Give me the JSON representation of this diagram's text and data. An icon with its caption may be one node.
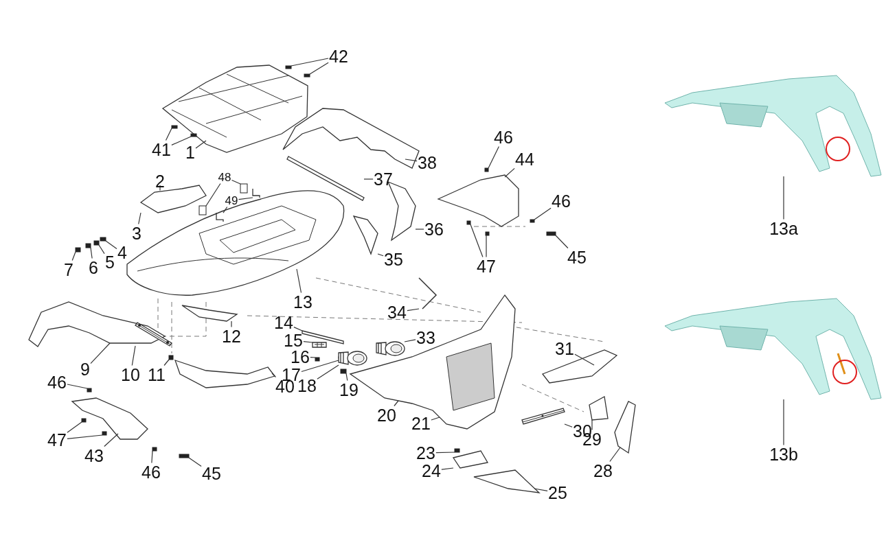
{
  "diagram": {
    "nodes": [
      {
        "text": [
          "42"
        ]
      },
      {
        "text": [
          "41"
        ]
      },
      {
        "text": [
          "1"
        ]
      },
      {
        "text": [
          "38"
        ]
      },
      {
        "text": [
          "46"
        ]
      },
      {
        "text": [
          "44"
        ]
      },
      {
        "text": [
          "48"
        ]
      },
      {
        "text": [
          "2"
        ]
      },
      {
        "text": [
          "37"
        ]
      },
      {
        "text": [
          "49"
        ]
      },
      {
        "text": [
          "46"
        ]
      },
      {
        "text": [
          "36"
        ]
      },
      {
        "text": [
          "3"
        ]
      },
      {
        "text": [
          "4"
        ]
      },
      {
        "text": [
          "5"
        ]
      },
      {
        "text": [
          "6"
        ]
      },
      {
        "text": [
          "7"
        ]
      },
      {
        "text": [
          "35"
        ]
      },
      {
        "text": [
          "47"
        ]
      },
      {
        "text": [
          "45"
        ]
      },
      {
        "text": [
          "13"
        ]
      },
      {
        "text": [
          "34"
        ]
      },
      {
        "text": [
          "14"
        ]
      },
      {
        "text": [
          "12"
        ]
      },
      {
        "text": [
          "15"
        ]
      },
      {
        "text": [
          "33"
        ]
      },
      {
        "text": [
          "31"
        ]
      },
      {
        "text": [
          "16"
        ]
      },
      {
        "text": [
          "17"
        ]
      },
      {
        "text": [
          "9"
        ]
      },
      {
        "text": [
          "10"
        ]
      },
      {
        "text": [
          "11"
        ]
      },
      {
        "text": [
          "40"
        ]
      },
      {
        "text": [
          "18"
        ]
      },
      {
        "text": [
          "19"
        ]
      },
      {
        "text": [
          "46"
        ]
      },
      {
        "text": [
          "20"
        ]
      },
      {
        "text": [
          "21"
        ]
      },
      {
        "text": [
          "30"
        ]
      },
      {
        "text": [
          "29"
        ]
      },
      {
        "text": [
          "47"
        ]
      },
      {
        "text": [
          "23"
        ]
      },
      {
        "text": [
          "28"
        ]
      },
      {
        "text": [
          "43"
        ]
      },
      {
        "text": [
          "24"
        ]
      },
      {
        "text": [
          "46"
        ]
      },
      {
        "text": [
          "45"
        ]
      },
      {
        "text": [
          "25"
        ]
      },
      {
        "text": [
          "13a"
        ]
      },
      {
        "text": [
          "13b"
        ]
      },
      {
        "text": [],
        "shape": "picture"
      },
      {
        "text": [],
        "shape": "box"
      },
      {
        "text": [],
        "shape": "box"
      },
      {
        "text": [],
        "shape": "box"
      },
      {
        "text": [],
        "shape": "box"
      },
      {
        "text": [],
        "shape": "picture"
      },
      {
        "text": [],
        "shape": "picture"
      },
      {
        "text": [],
        "shape": "box"
      },
      {
        "text": [],
        "shape": "picture"
      },
      {
        "text": [],
        "shape": "box"
      },
      {
        "text": [],
        "shape": "box"
      },
      {
        "text": [],
        "shape": "picture",
        "in": 74
      },
      {
        "text": [],
        "shape": "picture"
      },
      {
        "text": [],
        "shape": "picture"
      },
      {
        "text": [],
        "shape": "box"
      },
      {
        "text": [],
        "shape": "picture"
      },
      {
        "text": [],
        "shape": "box"
      },
      {
        "text": [],
        "shape": "box"
      },
      {
        "text": [],
        "shape": "box"
      },
      {
        "text": [],
        "shape": "box"
      },
      {
        "text": [],
        "shape": "picture"
      },
      {
        "text": [],
        "shape": "box"
      },
      {
        "text": [],
        "shape": "box"
      },
      {
        "text": [],
        "shape": "box"
      },
      {
        "text": [],
        "shape": "picture"
      },
      {
        "text": [],
        "shape": "picture"
      },
      {
        "text": [],
        "shape": "picture"
      },
      {
        "text": [],
        "shape": "picture"
      },
      {
        "text": [],
        "shape": "picture"
      },
      {
        "text": [],
        "shape": "picture"
      },
      {
        "text": [],
        "shape": "picture"
      },
      {
        "text": [],
        "shape": "box"
      },
      {
        "text": [],
        "shape": "circle"
      },
      {
        "text": [],
        "shape": "picture"
      },
      {
        "text": [],
        "shape": "box"
      },
      {
        "text": [],
        "shape": "picture"
      },
      {
        "text": [],
        "shape": "picture"
      },
      {
        "text": [],
        "shape": "box"
      },
      {
        "text": [],
        "shape": "picture"
      },
      {
        "text": [],
        "shape": "box"
      },
      {
        "text": [],
        "shape": "picture"
      },
      {
        "text": [],
        "shape": "picture"
      },
      {
        "text": [],
        "shape": "picture"
      },
      {
        "text": [],
        "shape": "box"
      },
      {
        "text": [],
        "shape": "box"
      },
      {
        "text": [],
        "shape": "box"
      },
      {
        "text": [],
        "shape": "picture"
      },
      {
        "text": [],
        "shape": "picture"
      },
      {
        "text": [],
        "shape": "picture"
      },
      {
        "text": [],
        "shape": "box"
      },
      {
        "text": [],
        "shape": "box"
      },
      {
        "text": [],
        "shape": "picture"
      },
      {
        "text": [],
        "shape": "picture"
      },
      {
        "text": [],
        "shape": "picture"
      }
    ],
    "edges": [
      {
        "from": 0,
        "to": 53,
        "arrow": "none"
      },
      {
        "from": 0,
        "to": 54,
        "arrow": "none"
      },
      {
        "from": 1,
        "to": 51,
        "arrow": "none"
      },
      {
        "from": 1,
        "to": 52,
        "arrow": "none"
      },
      {
        "from": 2,
        "to": 50,
        "arrow": "none"
      },
      {
        "from": 3,
        "to": 55,
        "arrow": "none"
      },
      {
        "from": 4,
        "to": 57,
        "arrow": "none"
      },
      {
        "from": 5,
        "to": 56,
        "arrow": "none"
      },
      {
        "from": 6,
        "to": 59,
        "arrow": "none"
      },
      {
        "from": 6,
        "to": 60,
        "arrow": "none"
      },
      {
        "from": 7,
        "to": 58,
        "arrow": "none"
      },
      {
        "from": 8,
        "to": 63,
        "arrow": "none"
      },
      {
        "from": 9,
        "to": 61,
        "arrow": "none"
      },
      {
        "from": 9,
        "to": 62,
        "arrow": "none"
      },
      {
        "from": 10,
        "to": 64,
        "arrow": "none"
      },
      {
        "from": 11,
        "to": 65,
        "arrow": "none"
      },
      {
        "from": 12,
        "to": 58,
        "arrow": "none"
      },
      {
        "from": 13,
        "to": 66,
        "arrow": "none"
      },
      {
        "from": 14,
        "to": 67,
        "arrow": "none"
      },
      {
        "from": 15,
        "to": 68,
        "arrow": "none"
      },
      {
        "from": 16,
        "to": 69,
        "arrow": "none"
      },
      {
        "from": 17,
        "to": 70,
        "arrow": "none"
      },
      {
        "from": 18,
        "to": 71,
        "arrow": "none"
      },
      {
        "from": 18,
        "to": 72,
        "arrow": "none"
      },
      {
        "from": 19,
        "to": 73,
        "arrow": "none"
      },
      {
        "from": 20,
        "to": 74,
        "arrow": "none"
      },
      {
        "from": 21,
        "to": 75,
        "arrow": "none"
      },
      {
        "from": 22,
        "to": 76,
        "arrow": "none"
      },
      {
        "from": 23,
        "to": 77,
        "arrow": "none"
      },
      {
        "from": 24,
        "to": 78,
        "arrow": "none"
      },
      {
        "from": 25,
        "to": 79,
        "arrow": "none"
      },
      {
        "from": 26,
        "to": 80,
        "arrow": "none"
      },
      {
        "from": 27,
        "to": 81,
        "arrow": "none"
      },
      {
        "from": 28,
        "to": 82,
        "arrow": "none"
      },
      {
        "from": 29,
        "to": 85,
        "arrow": "none"
      },
      {
        "from": 30,
        "to": 86,
        "arrow": "none"
      },
      {
        "from": 31,
        "to": 87,
        "arrow": "none"
      },
      {
        "from": 32,
        "to": 88,
        "arrow": "none"
      },
      {
        "from": 33,
        "to": 83,
        "arrow": "none"
      },
      {
        "from": 34,
        "to": 84,
        "arrow": "none"
      },
      {
        "from": 35,
        "to": 89,
        "arrow": "none"
      },
      {
        "from": 36,
        "to": 90,
        "arrow": "none"
      },
      {
        "from": 37,
        "to": 90,
        "arrow": "none"
      },
      {
        "from": 38,
        "to": 91,
        "arrow": "none"
      },
      {
        "from": 39,
        "to": 92,
        "arrow": "none"
      },
      {
        "from": 40,
        "to": 93,
        "arrow": "none"
      },
      {
        "from": 40,
        "to": 94,
        "arrow": "none"
      },
      {
        "from": 41,
        "to": 95,
        "arrow": "none"
      },
      {
        "from": 42,
        "to": 96,
        "arrow": "none"
      },
      {
        "from": 43,
        "to": 97,
        "arrow": "none"
      },
      {
        "from": 44,
        "to": 98,
        "arrow": "none"
      },
      {
        "from": 45,
        "to": 99,
        "arrow": "none"
      },
      {
        "from": 46,
        "to": 100,
        "arrow": "none"
      },
      {
        "from": 47,
        "to": 101,
        "arrow": "none"
      },
      {
        "from": 48,
        "to": 102,
        "arrow": "none"
      },
      {
        "from": 49,
        "to": 103,
        "arrow": "none"
      }
    ]
  }
}
